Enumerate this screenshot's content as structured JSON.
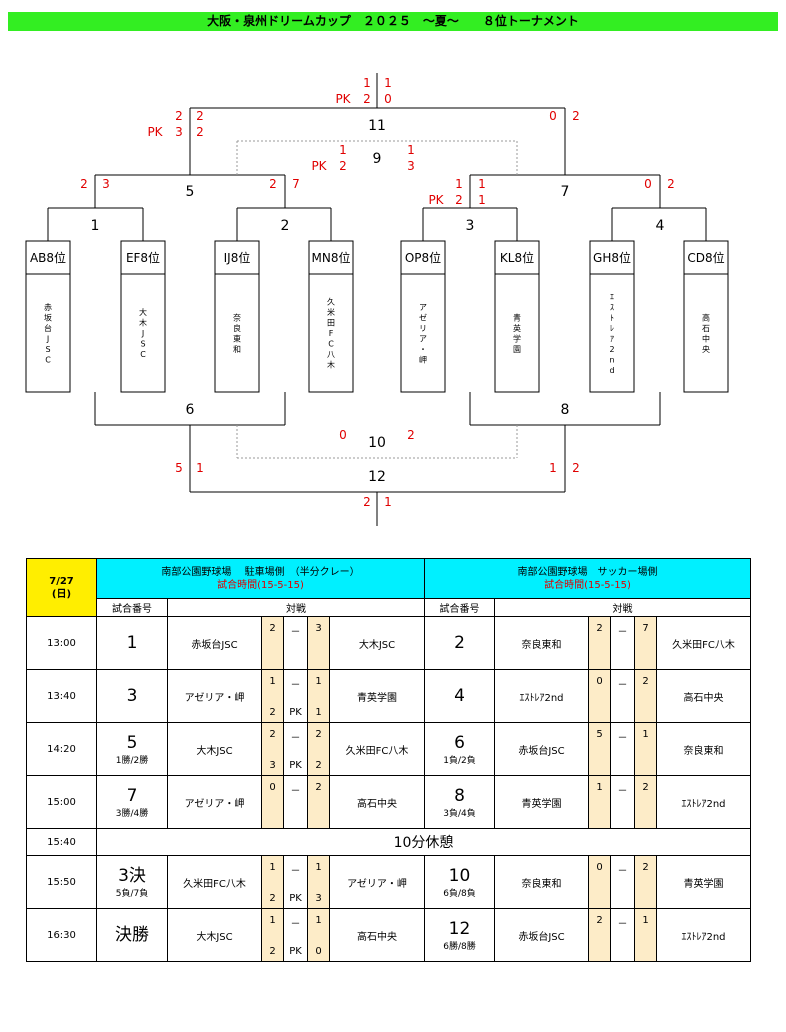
{
  "title": "大阪・泉州ドリームカップ　２０２５　～夏～　　８位トーナメント",
  "teams": [
    {
      "seed": "AB8位",
      "name": [
        "赤",
        "坂",
        "台",
        "J",
        "S",
        "C"
      ]
    },
    {
      "seed": "EF8位",
      "name": [
        "大",
        "木",
        "J",
        "S",
        "C"
      ]
    },
    {
      "seed": "IJ8位",
      "name": [
        "奈",
        "良",
        "東",
        "和"
      ]
    },
    {
      "seed": "MN8位",
      "name": [
        "久",
        "米",
        "田",
        "F",
        "C",
        "八",
        "木"
      ]
    },
    {
      "seed": "OP8位",
      "name": [
        "ア",
        "ゼ",
        "リ",
        "ア",
        "・",
        "岬"
      ]
    },
    {
      "seed": "KL8位",
      "name": [
        "青",
        "英",
        "学",
        "園"
      ]
    },
    {
      "seed": "GH8位",
      "name": [
        "ｴ",
        "ｽ",
        "ﾄ",
        "ﾚ",
        "ｱ",
        "2",
        "n",
        "d"
      ]
    },
    {
      "seed": "CD8位",
      "name": [
        "高",
        "石",
        "中",
        "央"
      ]
    }
  ],
  "bracket": {
    "g1": "1",
    "g2": "2",
    "g3": "3",
    "g4": "4",
    "g5": "5",
    "g6": "6",
    "g7": "7",
    "g8": "8",
    "g9": "9",
    "g10": "10",
    "g11": "11",
    "g12": "12",
    "s11_top_l": "1",
    "s11_top_r": "1",
    "s11_pk_label": "PK",
    "s11_pk_l": "2",
    "s11_pk_r": "0",
    "s5_l": "2",
    "s5_r": "2",
    "s5_pk_label": "PK",
    "s5_pk_l": "3",
    "s5_pk_r": "2",
    "s7_l": "0",
    "s7_r": "2",
    "s9_l": "1",
    "s9_r": "1",
    "s9_pk_label": "PK",
    "s9_pk_l": "2",
    "s9_pk_r": "3",
    "s1_l": "2",
    "s1_r": "3",
    "s2_l": "2",
    "s2_r": "7",
    "s3_l": "1",
    "s3_r": "1",
    "s3_pk_label": "PK",
    "s3_pk_l": "2",
    "s3_pk_r": "1",
    "s4_l": "0",
    "s4_r": "2",
    "s10_l": "0",
    "s10_r": "2",
    "s6_l": "5",
    "s6_r": "1",
    "s8_l": "1",
    "s8_r": "2",
    "s12_l": "2",
    "s12_r": "1"
  },
  "schedule": {
    "date": "7/27",
    "day": "(日)",
    "venue_a": "南部公園野球場　 駐車場側　（半分クレー）",
    "venue_a_time": "試合時間(15-5-15)",
    "venue_b": "南部公園野球場　サッカー場側",
    "venue_b_time": "試合時間(15-5-15)",
    "col_game": "試合番号",
    "col_match": "対戦",
    "dash": "－",
    "pk": "PK",
    "break_time": "15:40",
    "break_label": "10分休憩",
    "rows": [
      {
        "time": "13:00",
        "a": {
          "no": "1",
          "sub": "",
          "home": "赤坂台JSC",
          "s1": "2",
          "s2": "3",
          "p1": "",
          "p2": "",
          "away": "大木JSC"
        },
        "b": {
          "no": "2",
          "sub": "",
          "home": "奈良東和",
          "s1": "2",
          "s2": "7",
          "p1": "",
          "p2": "",
          "away": "久米田FC八木"
        }
      },
      {
        "time": "13:40",
        "a": {
          "no": "3",
          "sub": "",
          "home": "アゼリア・岬",
          "s1": "1",
          "s2": "1",
          "p1": "2",
          "p2": "1",
          "away": "青英学園"
        },
        "b": {
          "no": "4",
          "sub": "",
          "home": "ｴｽﾄﾚｱ2nd",
          "s1": "0",
          "s2": "2",
          "p1": "",
          "p2": "",
          "away": "高石中央"
        }
      },
      {
        "time": "14:20",
        "a": {
          "no": "5",
          "sub": "1勝/2勝",
          "home": "大木JSC",
          "s1": "2",
          "s2": "2",
          "p1": "3",
          "p2": "2",
          "away": "久米田FC八木"
        },
        "b": {
          "no": "6",
          "sub": "1負/2負",
          "home": "赤坂台JSC",
          "s1": "5",
          "s2": "1",
          "p1": "",
          "p2": "",
          "away": "奈良東和"
        }
      },
      {
        "time": "15:00",
        "a": {
          "no": "7",
          "sub": "3勝/4勝",
          "home": "アゼリア・岬",
          "s1": "0",
          "s2": "2",
          "p1": "",
          "p2": "",
          "away": "高石中央"
        },
        "b": {
          "no": "8",
          "sub": "3負/4負",
          "home": "青英学園",
          "s1": "1",
          "s2": "2",
          "p1": "",
          "p2": "",
          "away": "ｴｽﾄﾚｱ2nd"
        }
      },
      {
        "time": "15:50",
        "a": {
          "no": "3決",
          "sub": "5負/7負",
          "home": "久米田FC八木",
          "s1": "1",
          "s2": "1",
          "p1": "2",
          "p2": "3",
          "away": "アゼリア・岬"
        },
        "b": {
          "no": "10",
          "sub": "6負/8負",
          "home": "奈良東和",
          "s1": "0",
          "s2": "2",
          "p1": "",
          "p2": "",
          "away": "青英学園"
        }
      },
      {
        "time": "16:30",
        "a": {
          "no": "決勝",
          "sub": "",
          "home": "大木JSC",
          "s1": "1",
          "s2": "1",
          "p1": "2",
          "p2": "0",
          "away": "高石中央"
        },
        "b": {
          "no": "12",
          "sub": "6勝/8勝",
          "home": "赤坂台JSC",
          "s1": "2",
          "s2": "1",
          "p1": "",
          "p2": "",
          "away": "ｴｽﾄﾚｱ2nd"
        }
      }
    ]
  }
}
